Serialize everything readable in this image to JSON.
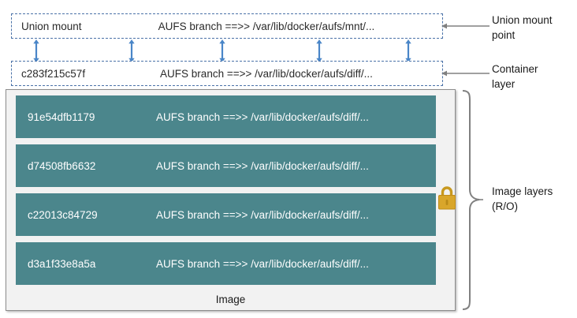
{
  "colors": {
    "layer_fill": "#4b868c",
    "dashed_border": "#4a72a8",
    "arrow_blue": "#4a86c8",
    "lock_gold": "#d4a029",
    "callout_gray": "#808080",
    "image_bg": "#f2f2f2"
  },
  "union_mount": {
    "id_label": "Union mount",
    "branch_text": "AUFS branch ==>> /var/lib/docker/aufs/mnt/..."
  },
  "container_layer": {
    "id_label": "c283f215c57f",
    "branch_text": "AUFS branch ==>> /var/lib/docker/aufs/diff/..."
  },
  "image": {
    "caption": "Image",
    "layers": [
      {
        "id_label": "91e54dfb1179",
        "branch_text": "AUFS branch ==>> /var/lib/docker/aufs/diff/..."
      },
      {
        "id_label": "d74508fb6632",
        "branch_text": "AUFS branch ==>> /var/lib/docker/aufs/diff/..."
      },
      {
        "id_label": "c22013c84729",
        "branch_text": "AUFS branch ==>> /var/lib/docker/aufs/diff/..."
      },
      {
        "id_label": "d3a1f33e8a5a",
        "branch_text": "AUFS branch ==>> /var/lib/docker/aufs/diff/..."
      }
    ]
  },
  "callouts": {
    "union_mount_point": "Union mount\npoint",
    "container_layer": "Container\nlayer",
    "image_layers": "Image layers\n(R/O)"
  },
  "icons": {
    "lock": "lock-icon",
    "bidirectional_arrow": "bidirectional-arrow-icon",
    "callout_arrow": "left-arrow-icon",
    "brace": "curly-brace-icon"
  }
}
